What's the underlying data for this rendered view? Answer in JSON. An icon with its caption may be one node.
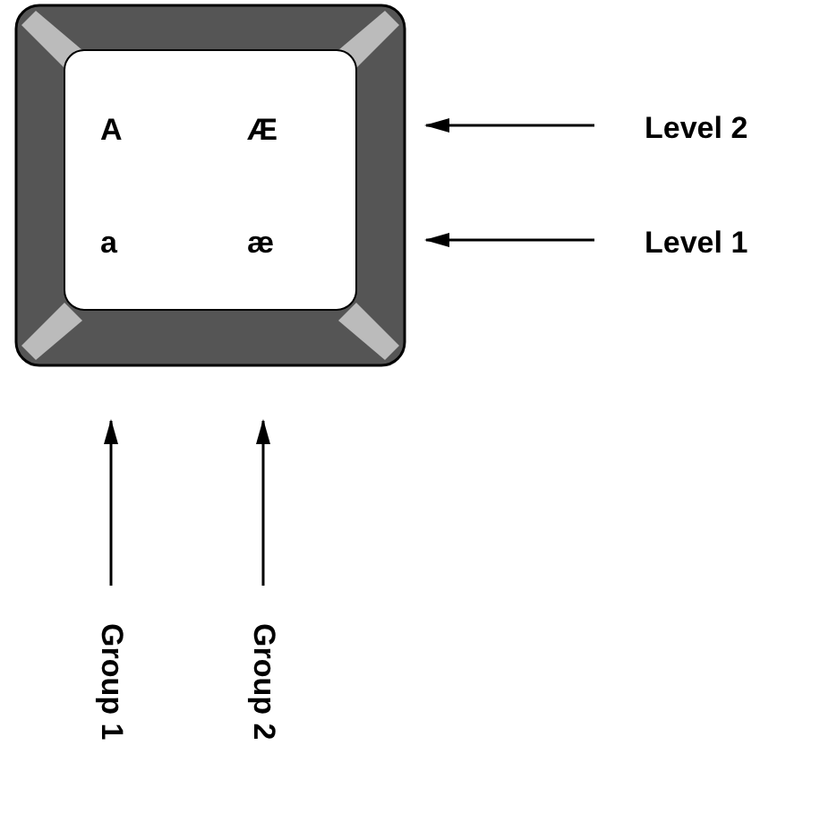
{
  "diagram": {
    "nodes": [
      {
        "text": [
          "A",
          "Æ",
          "a",
          "æ"
        ]
      },
      {
        "text": [
          "Level 2"
        ]
      },
      {
        "text": [
          "Level 1"
        ]
      },
      {
        "text": [
          "Group 1"
        ]
      },
      {
        "text": [
          "Group 2"
        ]
      }
    ],
    "edges": [
      {
        "from": 1,
        "to": 0,
        "arrow": "to"
      },
      {
        "from": 2,
        "to": 0,
        "arrow": "to"
      },
      {
        "from": 3,
        "to": 0,
        "arrow": "to"
      },
      {
        "from": 4,
        "to": 0,
        "arrow": "to"
      }
    ]
  }
}
